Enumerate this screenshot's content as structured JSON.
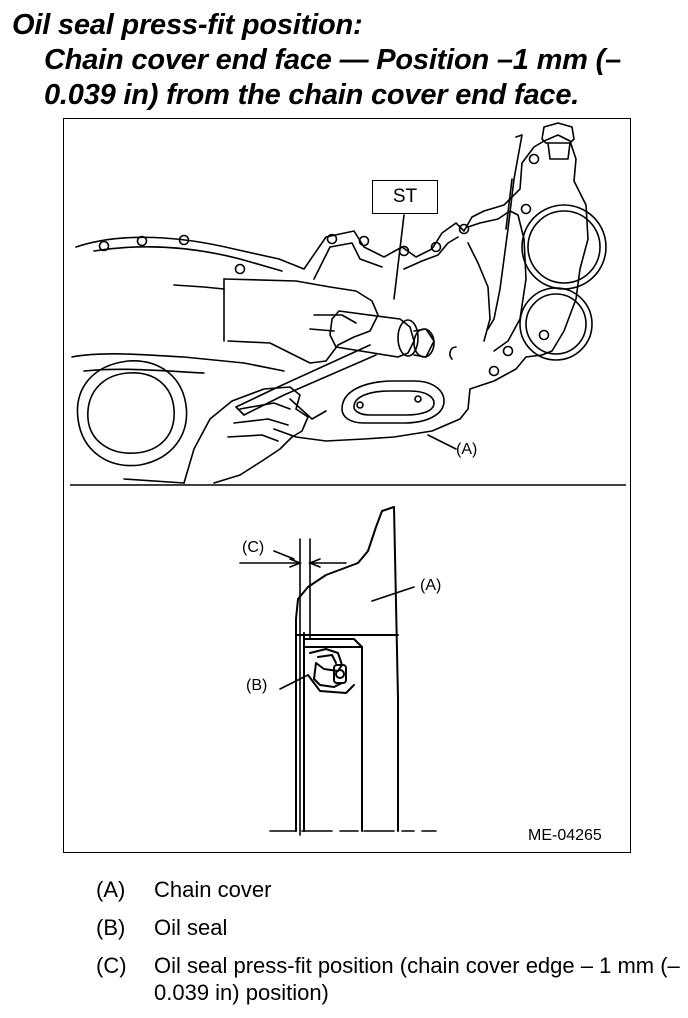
{
  "heading": {
    "line1": "Oil seal press-fit position:",
    "line2": "Chain cover end face — Position –1 mm (–",
    "line3": "0.039 in) from the chain cover end face."
  },
  "figure": {
    "st_label": "ST",
    "callout_a_top": "(A)",
    "callout_c": "(C)",
    "callout_a_bottom": "(A)",
    "callout_b": "(B)",
    "figure_code": "ME-04265"
  },
  "legend": [
    {
      "key": "(A)",
      "text": "Chain cover"
    },
    {
      "key": "(B)",
      "text": "Oil seal"
    },
    {
      "key": "(C)",
      "text": "Oil seal press-fit position (chain cover edge – 1 mm (–0.039 in) position)"
    }
  ]
}
